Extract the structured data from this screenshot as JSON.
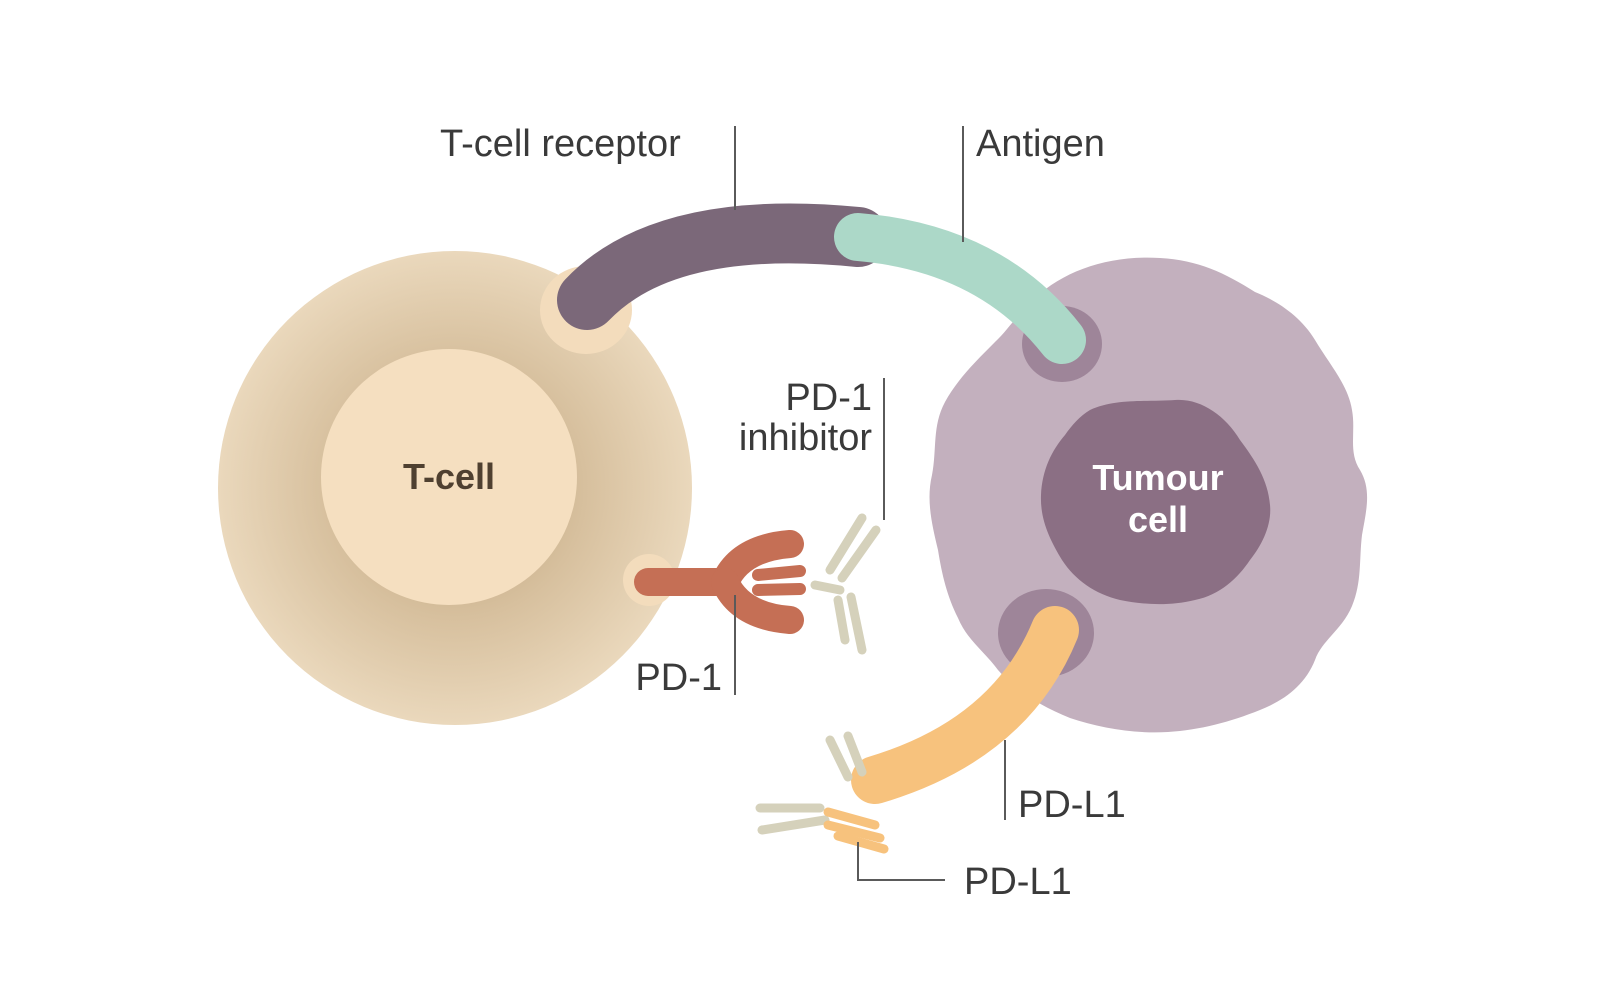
{
  "labels": {
    "t_cell_receptor": "T-cell receptor",
    "antigen": "Antigen",
    "pd1_inhibitor_line1": "PD-1",
    "pd1_inhibitor_line2": "inhibitor",
    "pd1": "PD-1",
    "pd_l1_ligand": "PD-L1",
    "pd_l1_inhibitor": "PD-L1",
    "t_cell": "T-cell",
    "tumour_cell_line1": "Tumour",
    "tumour_cell_line2": "cell"
  },
  "colors": {
    "t_cell_outer": "#e6d2b4",
    "t_cell_rim": "#d4bb96",
    "t_cell_nucleus": "#f5dfc0",
    "t_cell_label": "#4f4030",
    "tumour_body": "#c3b0be",
    "tumour_nucleus": "#8b6f84",
    "tumour_label": "#ffffff",
    "receptor": "#7b6879",
    "antigen": "#acd8c8",
    "pd1": "#c56f55",
    "pd_l1": "#f7c27d",
    "inhibitor_antibody": "#d5d1bb",
    "leader_line": "#5a5a5a"
  }
}
